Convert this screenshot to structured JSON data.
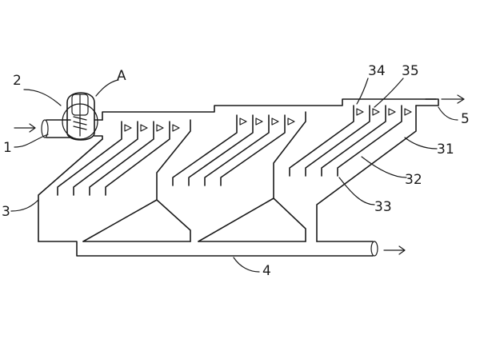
{
  "labels": {
    "l1": "1",
    "l2": "2",
    "lA": "A",
    "l3": "3",
    "l4": "4",
    "l5": "5",
    "l31": "31",
    "l32": "32",
    "l33": "33",
    "l34": "34",
    "l35": "35"
  }
}
